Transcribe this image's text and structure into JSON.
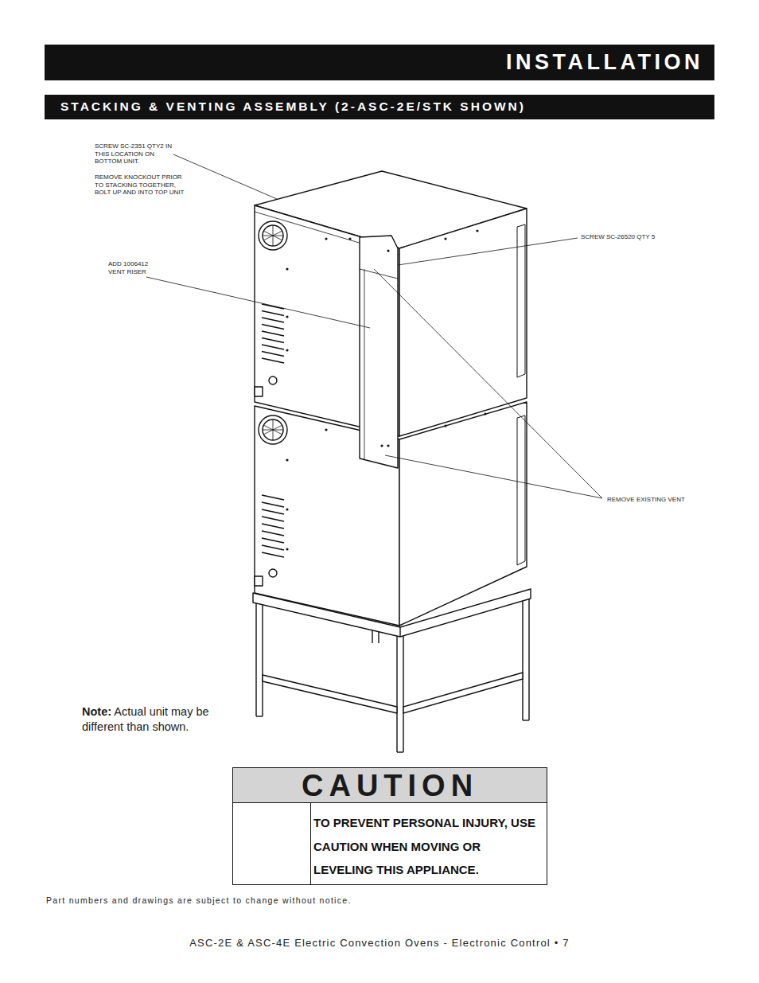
{
  "diagram": {
    "title": "INSTALLATION",
    "nodes": [
      {
        "text": [
          "STACKING & VENTING ASSEMBLY (2-ASC-2E/STK SHOWN)"
        ]
      },
      {
        "text": [
          "CAUTION",
          "TO PREVENT PERSONAL INJURY, USE CAUTION WHEN MOVING OR LEVELING THIS APPLIANCE."
        ]
      }
    ],
    "labels": [
      "SCREW SC-2351 QTY2 IN THIS LOCATION ON BOTTOM UNIT.",
      "REMOVE KNOCKOUT PRIOR TO STACKING TOGETHER, BOLT UP AND INTO TOP UNIT",
      "ADD 1006412 VENT RISER",
      "SCREW SC-26520 QTY 5",
      "REMOVE EXISTING VENT",
      "Note:",
      "Actual unit may be different than shown.",
      "Part numbers and drawings are subject to change without notice.",
      "ASC-2E & ASC-4E Electric Convection Ovens - Electronic Control • 7"
    ]
  }
}
